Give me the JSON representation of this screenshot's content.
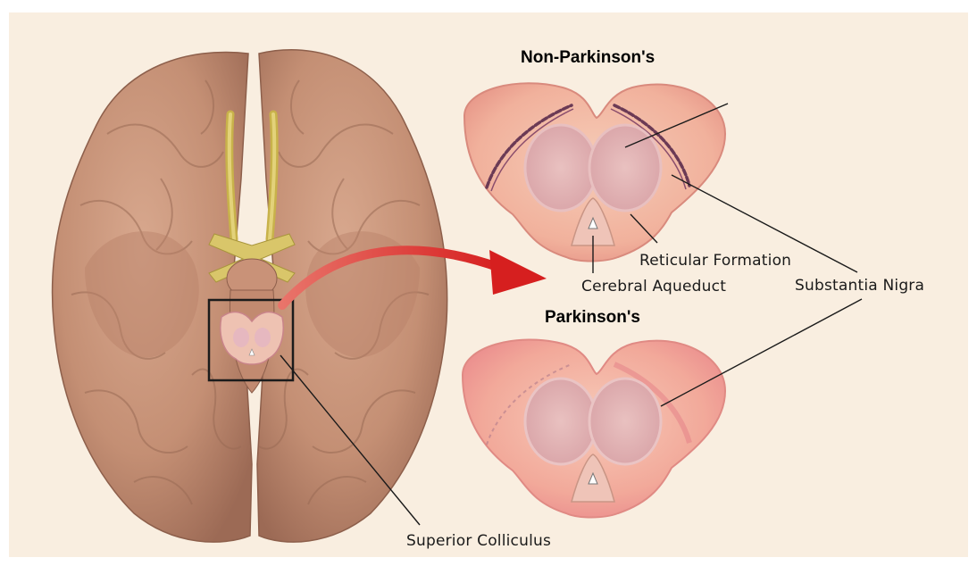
{
  "headings": {
    "non_parkinsons": "Non-Parkinson's",
    "parkinsons": "Parkinson's"
  },
  "labels": {
    "reticular_formation": "Reticular Formation",
    "cerebral_aqueduct": "Cerebral Aqueduct",
    "substantia_nigra": "Substantia Nigra",
    "superior_colliculus": "Superior Colliculus"
  },
  "colors": {
    "background": "#f9eee0",
    "brain": "#c9967c",
    "section_tissue": "#f2b7a2",
    "nigra_dark": "#6b3a55",
    "arrow": "#d93530"
  }
}
